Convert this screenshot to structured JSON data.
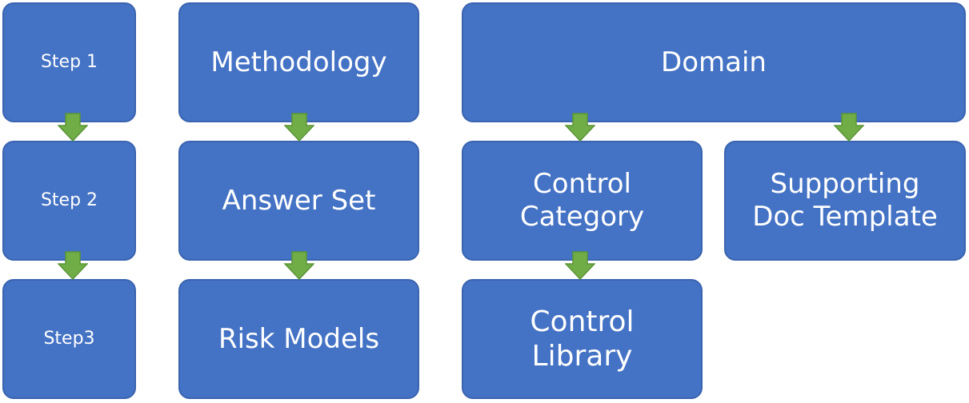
{
  "boxes": {
    "step1": "Step 1",
    "step2": "Step 2",
    "step3": "Step3",
    "methodology": "Methodology",
    "answer_set": "Answer Set",
    "risk_models": "Risk Models",
    "domain": "Domain",
    "control_category": {
      "line1": "Control",
      "line2": "Category"
    },
    "control_library": {
      "line1": "Control",
      "line2": "Library"
    },
    "supporting_doc_template": {
      "line1": "Supporting",
      "line2": "Doc Template"
    }
  },
  "colors": {
    "box_fill": "#4472c4",
    "box_border": "#3a64b0",
    "arrow_fill": "#70ad47",
    "arrow_stroke": "#5a9437",
    "text": "#ffffff"
  }
}
